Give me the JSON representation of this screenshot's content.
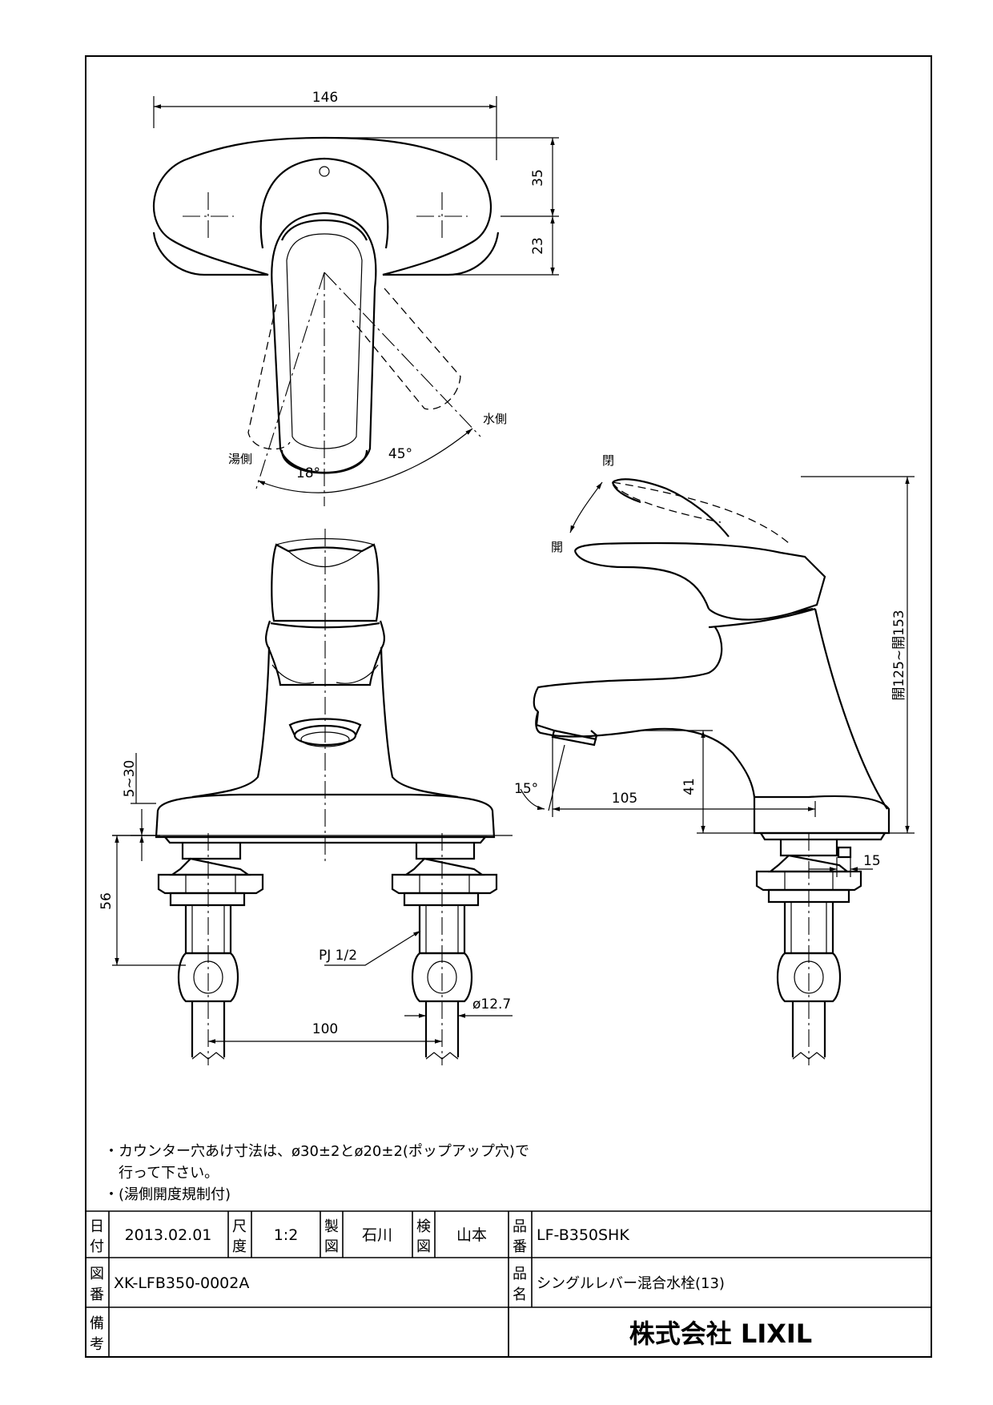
{
  "dimensions": {
    "width_146": "146",
    "plate_35": "35",
    "plate_23": "23",
    "angle_hot": "18°",
    "angle_cold": "45°",
    "height_range": "開125~開153",
    "deck_5_30": "5~30",
    "shank_56": "56",
    "thread": "PJ 1/2",
    "pipe_dia": "ø12.7",
    "spacing_100": "100",
    "spout_angle": "15°",
    "reach_105": "105",
    "clearance_41": "41",
    "side_15": "15"
  },
  "labels": {
    "cold_side": "水側",
    "hot_side": "湯側",
    "open": "開",
    "closed": "閉"
  },
  "notes": {
    "line1": "・カウンター穴あけ寸法は、ø30±2とø20±2(ポップアップ穴)で",
    "line2": "行って下さい。",
    "line3": "・(湯側開度規制付)"
  },
  "title_block": {
    "date_label_1": "日",
    "date_label_2": "付",
    "date": "2013.02.01",
    "scale_label_1": "尺",
    "scale_label_2": "度",
    "scale": "1:2",
    "drawn_label_1": "製",
    "drawn_label_2": "図",
    "drawn": "石川",
    "checked_label_1": "検",
    "checked_label_2": "図",
    "checked": "山本",
    "pn_label_1": "品",
    "pn_label_2": "番",
    "part_no": "LF-B350SHK",
    "dwg_label_1": "図",
    "dwg_label_2": "番",
    "drawing_no": "XK-LFB350-0002A",
    "name_label_1": "品",
    "name_label_2": "名",
    "product_name": "シングルレバー混合水栓(13)",
    "remarks_label_1": "備",
    "remarks_label_2": "考",
    "company": "株式会社 LIXIL"
  }
}
